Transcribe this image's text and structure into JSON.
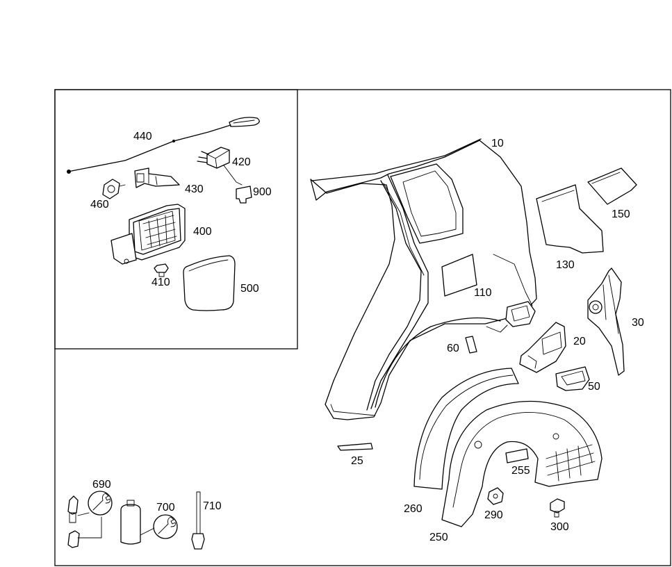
{
  "part_labels": {
    "p10": "10",
    "p20": "20",
    "p25": "25",
    "p30": "30",
    "p50": "50",
    "p60": "60",
    "p110": "110",
    "p130": "130",
    "p150": "150",
    "p250": "250",
    "p255": "255",
    "p260": "260",
    "p290": "290",
    "p300": "300",
    "p400": "400",
    "p410": "410",
    "p420": "420",
    "p430": "430",
    "p440": "440",
    "p460": "460",
    "p500": "500",
    "p690": "690",
    "p700": "700",
    "p710": "710",
    "p900": "900"
  },
  "colors": {
    "line": "#000000",
    "background": "#ffffff"
  }
}
